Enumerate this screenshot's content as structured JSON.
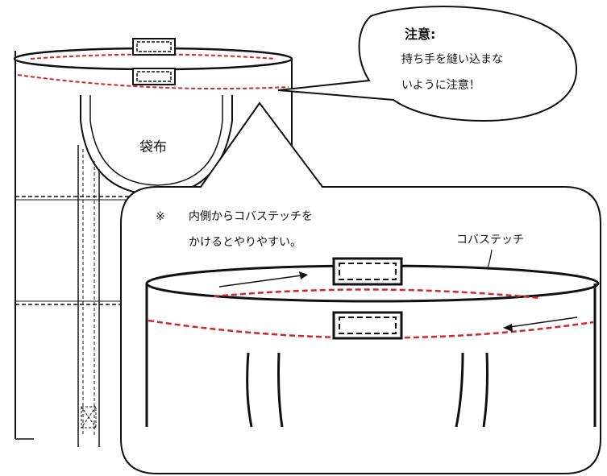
{
  "colors": {
    "outline": "#111111",
    "stitch_red": "#d4252b",
    "background": "#ffffff"
  },
  "bag_label": "袋布",
  "callout_top": {
    "title": "注意:",
    "lines": [
      "持ち手を縫い込まな",
      "いように注意！"
    ]
  },
  "callout_zoom": {
    "note_mark": "※",
    "note_lines": [
      "内側からコバステッチを",
      "かけるとやりやすい。"
    ],
    "stitch_label": "コバステッチ"
  }
}
